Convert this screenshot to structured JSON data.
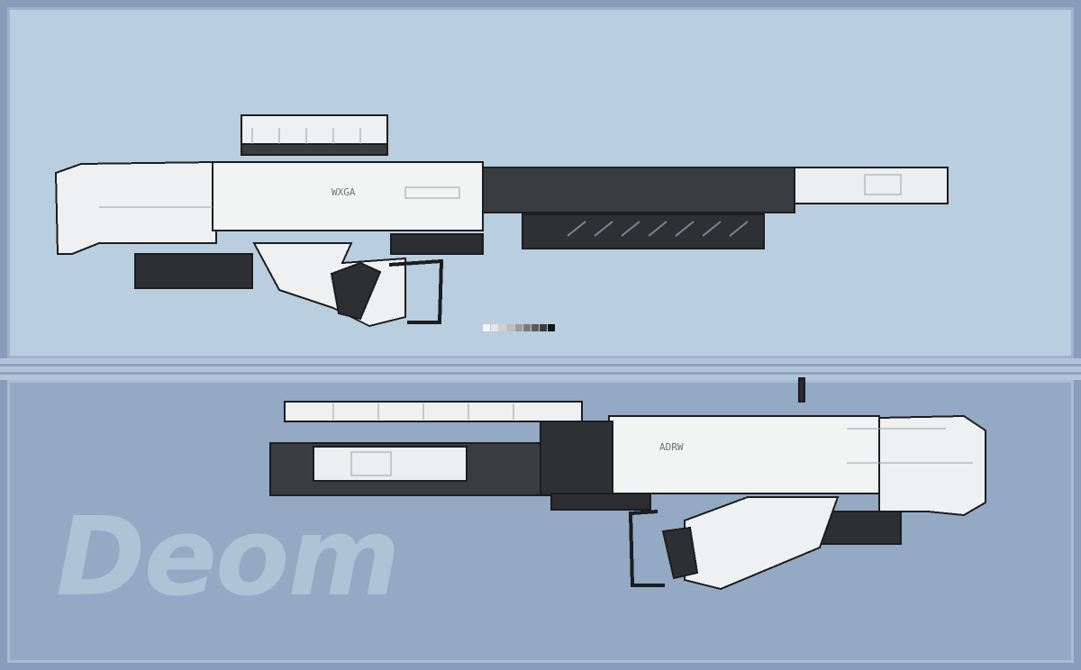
{
  "watermark": {
    "text": "Deom"
  },
  "colors": {
    "background_top": "#b9cede",
    "background_bottom": "#93a9c4",
    "frame": "#8a9cbc",
    "metal_light": "#f2f4f4",
    "metal_mid": "#c9ced2",
    "metal_dark": "#3a3d40",
    "outline": "#1c1d20"
  },
  "weapons": [
    {
      "name": "sniper-rifle-silenced",
      "engraving": "WXGA"
    },
    {
      "name": "sniper-rifle-mirrored",
      "engraving": "ADRW"
    }
  ],
  "palette": [
    "#f4f4f4",
    "#e6e6e6",
    "#d0d0d0",
    "#bdbdbd",
    "#9d9d9d",
    "#7b7b7b",
    "#5b5b5b",
    "#3c3c3c",
    "#141414"
  ]
}
